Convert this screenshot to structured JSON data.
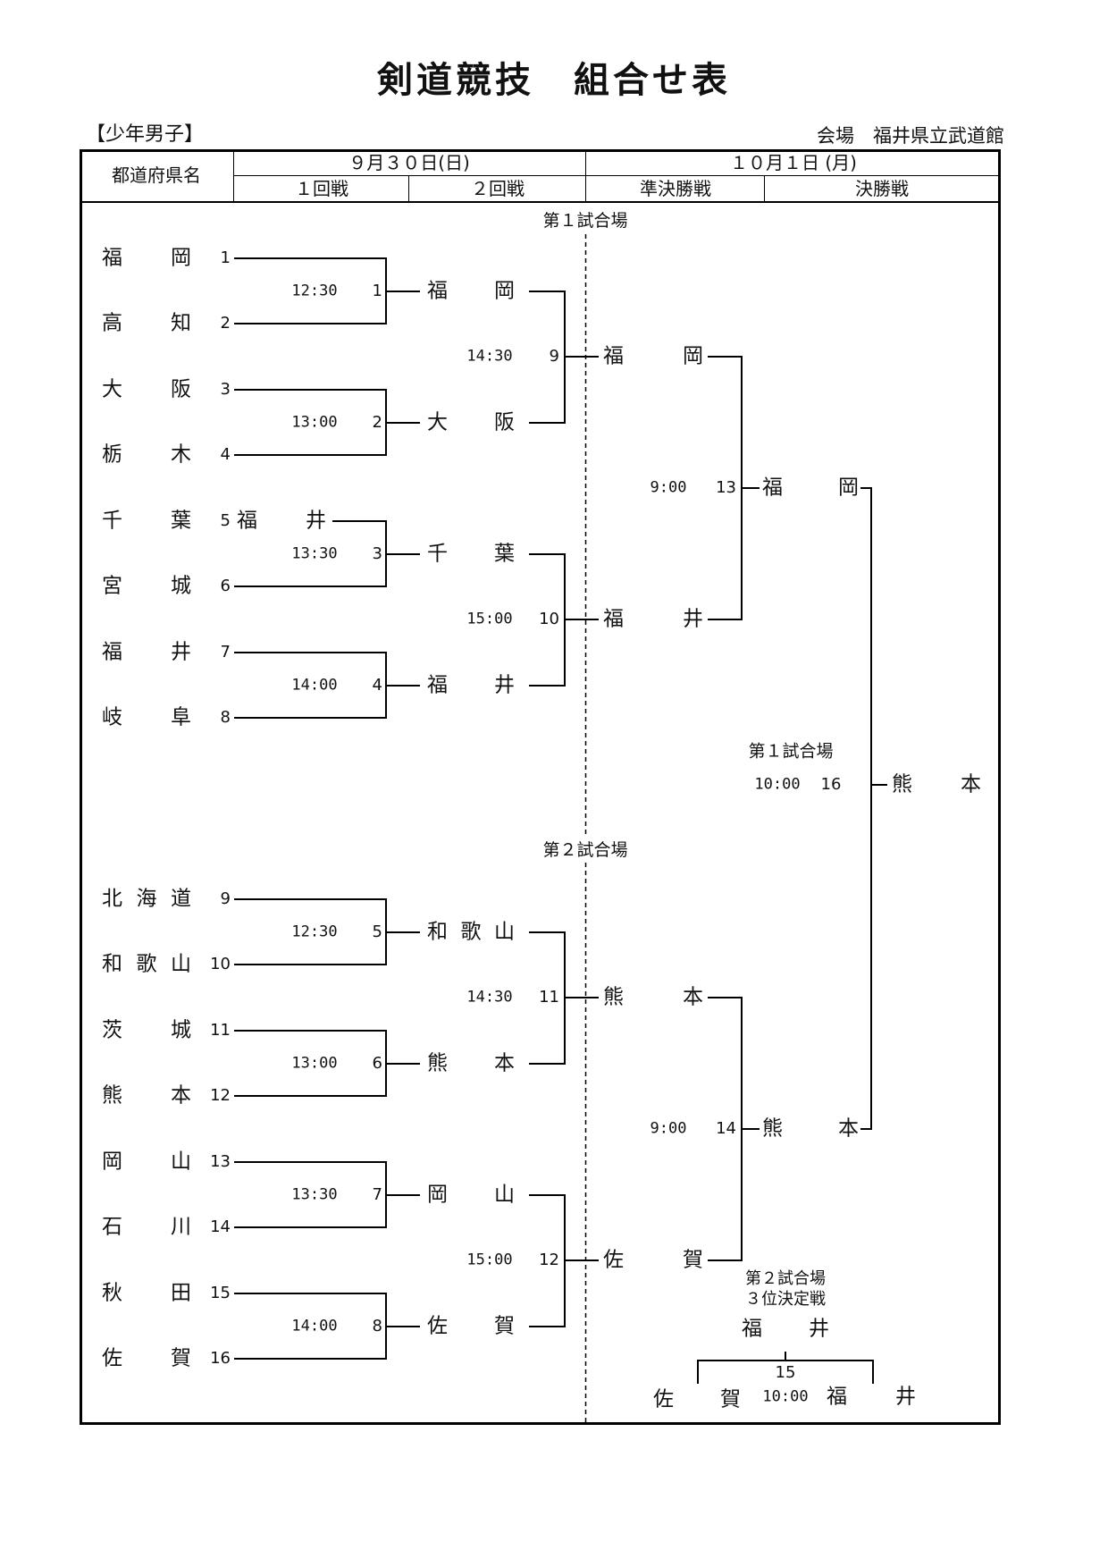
{
  "title": "剣道競技　組合せ表",
  "category": "【少年男子】",
  "venue": "会場　福井県立武道館",
  "header": {
    "prefecture_label": "都道府県名",
    "day1": "９月３０日(日)",
    "day2": "１０月１日 (月)",
    "round1": "１回戦",
    "round2": "２回戦",
    "semifinal": "準決勝戦",
    "final": "決勝戦"
  },
  "courts": {
    "court1": "第１試合場",
    "court2": "第２試合場"
  },
  "entries": [
    {
      "name": "福　　岡",
      "seed": "1"
    },
    {
      "name": "高　　知",
      "seed": "2"
    },
    {
      "name": "大　　阪",
      "seed": "3"
    },
    {
      "name": "栃　　木",
      "seed": "4"
    },
    {
      "name": "千　　葉",
      "seed": "5"
    },
    {
      "name": "宮　　城",
      "seed": "6"
    },
    {
      "name": "福　　井",
      "seed": "7"
    },
    {
      "name": "岐　　阜",
      "seed": "8"
    },
    {
      "name": "北 海 道",
      "seed": "9"
    },
    {
      "name": "和 歌 山",
      "seed": "10"
    },
    {
      "name": "茨　　城",
      "seed": "11"
    },
    {
      "name": "熊　　本",
      "seed": "12"
    },
    {
      "name": "岡　　山",
      "seed": "13"
    },
    {
      "name": "石　　川",
      "seed": "14"
    },
    {
      "name": "秋　　田",
      "seed": "15"
    },
    {
      "name": "佐　　賀",
      "seed": "16"
    }
  ],
  "round1_matches": [
    {
      "time": "12:30",
      "no": "1",
      "winner": "福　　岡"
    },
    {
      "time": "13:00",
      "no": "2",
      "winner": "大　　阪"
    },
    {
      "time": "13:30",
      "no": "3",
      "winner": "千　　葉"
    },
    {
      "time": "14:00",
      "no": "4",
      "winner": "福　　井"
    },
    {
      "time": "12:30",
      "no": "5",
      "winner": "和 歌 山"
    },
    {
      "time": "13:00",
      "no": "6",
      "winner": "熊　　本"
    },
    {
      "time": "13:30",
      "no": "7",
      "winner": "岡　　山"
    },
    {
      "time": "14:00",
      "no": "8",
      "winner": "佐　　賀"
    }
  ],
  "annotation_m3": "福　　井",
  "round2_matches": [
    {
      "time": "14:30",
      "no": "9",
      "winner": "福　　岡"
    },
    {
      "time": "15:00",
      "no": "10",
      "winner": "福　　井"
    },
    {
      "time": "14:30",
      "no": "11",
      "winner": "熊　　本"
    },
    {
      "time": "15:00",
      "no": "12",
      "winner": "佐　　賀"
    }
  ],
  "semifinal_matches": [
    {
      "time": "9:00",
      "no": "13",
      "winner": "福　　岡"
    },
    {
      "time": "9:00",
      "no": "14",
      "winner": "熊　　本"
    }
  ],
  "final_match": {
    "court": "第１試合場",
    "time": "10:00",
    "no": "16",
    "winner": "熊　　本"
  },
  "third_place": {
    "court": "第２試合場",
    "label": "３位決定戦",
    "winner": "福　　井",
    "no": "15",
    "time": "10:00",
    "left": "佐　　賀",
    "right": "福　　井"
  }
}
